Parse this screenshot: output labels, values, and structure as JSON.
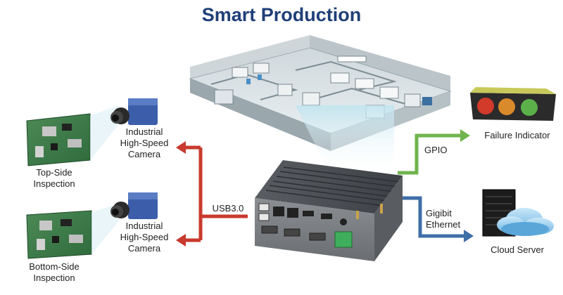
{
  "title": "Smart Production",
  "labels": {
    "top_inspection": "Top-Side\nInspection",
    "bottom_inspection": "Bottom-Side\nInspection",
    "camera_top": "Industrial\nHigh-Speed\nCamera",
    "camera_bottom": "Industrial\nHigh-Speed\nCamera",
    "usb": "USB3.0",
    "gpio": "GPIO",
    "failure": "Failure Indicator",
    "gigabit": "Gigibit\nEthernet",
    "cloud": "Cloud Server"
  },
  "colors": {
    "title": "#1f3f78",
    "usb_arrow": "#c83a2e",
    "gpio_arrow": "#6fb44e",
    "ethernet_arrow": "#3f6fa8"
  }
}
